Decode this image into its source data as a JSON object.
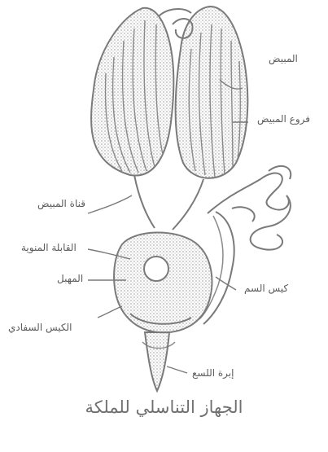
{
  "figure": {
    "caption": "الجهاز التناسلي للملكة",
    "labels": {
      "ovary": "المبيض",
      "ovarioles": "فروع المبيض",
      "oviduct": "قناة المبيض",
      "spermatheca": "القابلة المنوية",
      "vagina": "المهبل",
      "venom_sac": "كيس السم",
      "bursa": "الكيس السفادي",
      "sting": "إبرة اللسع"
    }
  },
  "colors": {
    "ink": "#7a7a7a",
    "label": "#5b5b5b",
    "stipple": "#9a9a9a"
  }
}
